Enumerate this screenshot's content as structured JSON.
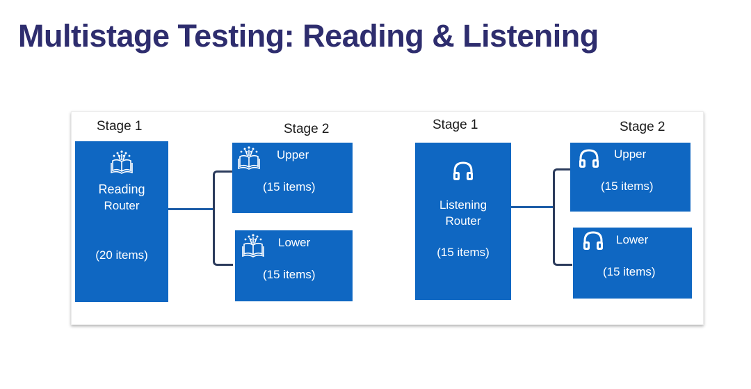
{
  "title": "Multistage Testing: Reading & Listening",
  "colors": {
    "title": "#2e2d6e",
    "box": "#0f67c2",
    "connector": "#1f5ea8",
    "bracket": "#2b3b5c"
  },
  "reading": {
    "stage1_label": "Stage 1",
    "stage2_label": "Stage 2",
    "router": {
      "icon": "book-icon",
      "name_line1": "Reading",
      "name_line2": "Router",
      "items": "(20 items)"
    },
    "upper": {
      "icon": "book-icon",
      "label": "Upper",
      "items": "(15 items)"
    },
    "lower": {
      "icon": "book-icon",
      "label": "Lower",
      "items": "(15 items)"
    }
  },
  "listening": {
    "stage1_label": "Stage 1",
    "stage2_label": "Stage 2",
    "router": {
      "icon": "headphones-icon",
      "name_line1": "Listening",
      "name_line2": "Router",
      "items": "(15 items)"
    },
    "upper": {
      "icon": "headphones-icon",
      "label": "Upper",
      "items": "(15 items)"
    },
    "lower": {
      "icon": "headphones-icon",
      "label": "Lower",
      "items": "(15 items)"
    }
  }
}
